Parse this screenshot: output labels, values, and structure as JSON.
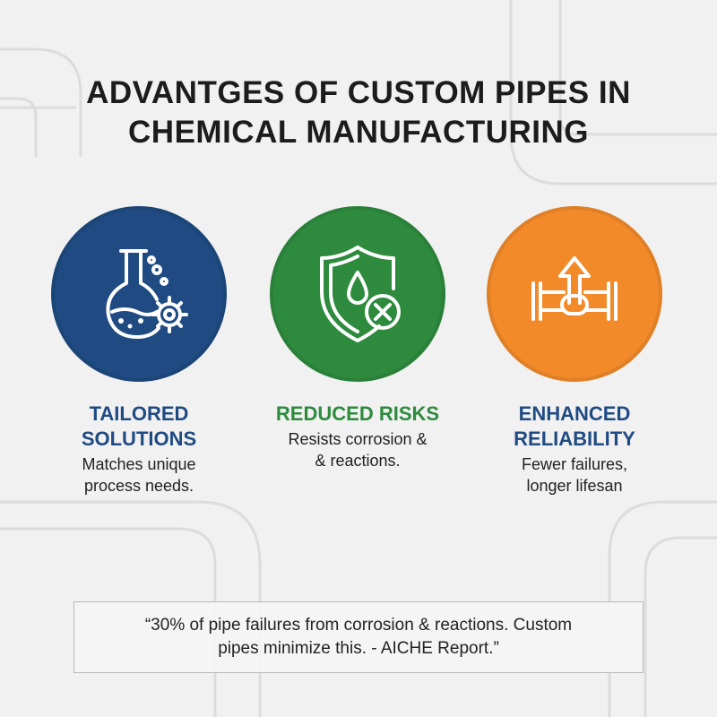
{
  "title": {
    "line1": "ADVANTGES OF CUSTOM PIPES IN",
    "line2": "CHEMICAL MANUFACTURING"
  },
  "cards": [
    {
      "icon": "flask-gear-icon",
      "color": "#1f4b82",
      "heading_line1": "TAILORED",
      "heading_line2": "SOLUTIONS",
      "desc_line1": "Matches unique",
      "desc_line2": "process needs."
    },
    {
      "icon": "shield-drop-icon",
      "color": "#2e8b3e",
      "heading_line1": "REDUCED RISKS",
      "heading_line2": "",
      "desc_line1": "Resists corrosion &",
      "desc_line2": "& reactions."
    },
    {
      "icon": "pipe-arrow-icon",
      "color": "#f28a2a",
      "heading_line1": "ENHANCED",
      "heading_line2": "RELIABILITY",
      "desc_line1": "Fewer failures,",
      "desc_line2": "longer lifesan"
    }
  ],
  "quote": {
    "line1": "“30% of pipe failures from corrosion & reactions. Custom",
    "line2": "pipes minimize this. - AICHE Report.”"
  }
}
